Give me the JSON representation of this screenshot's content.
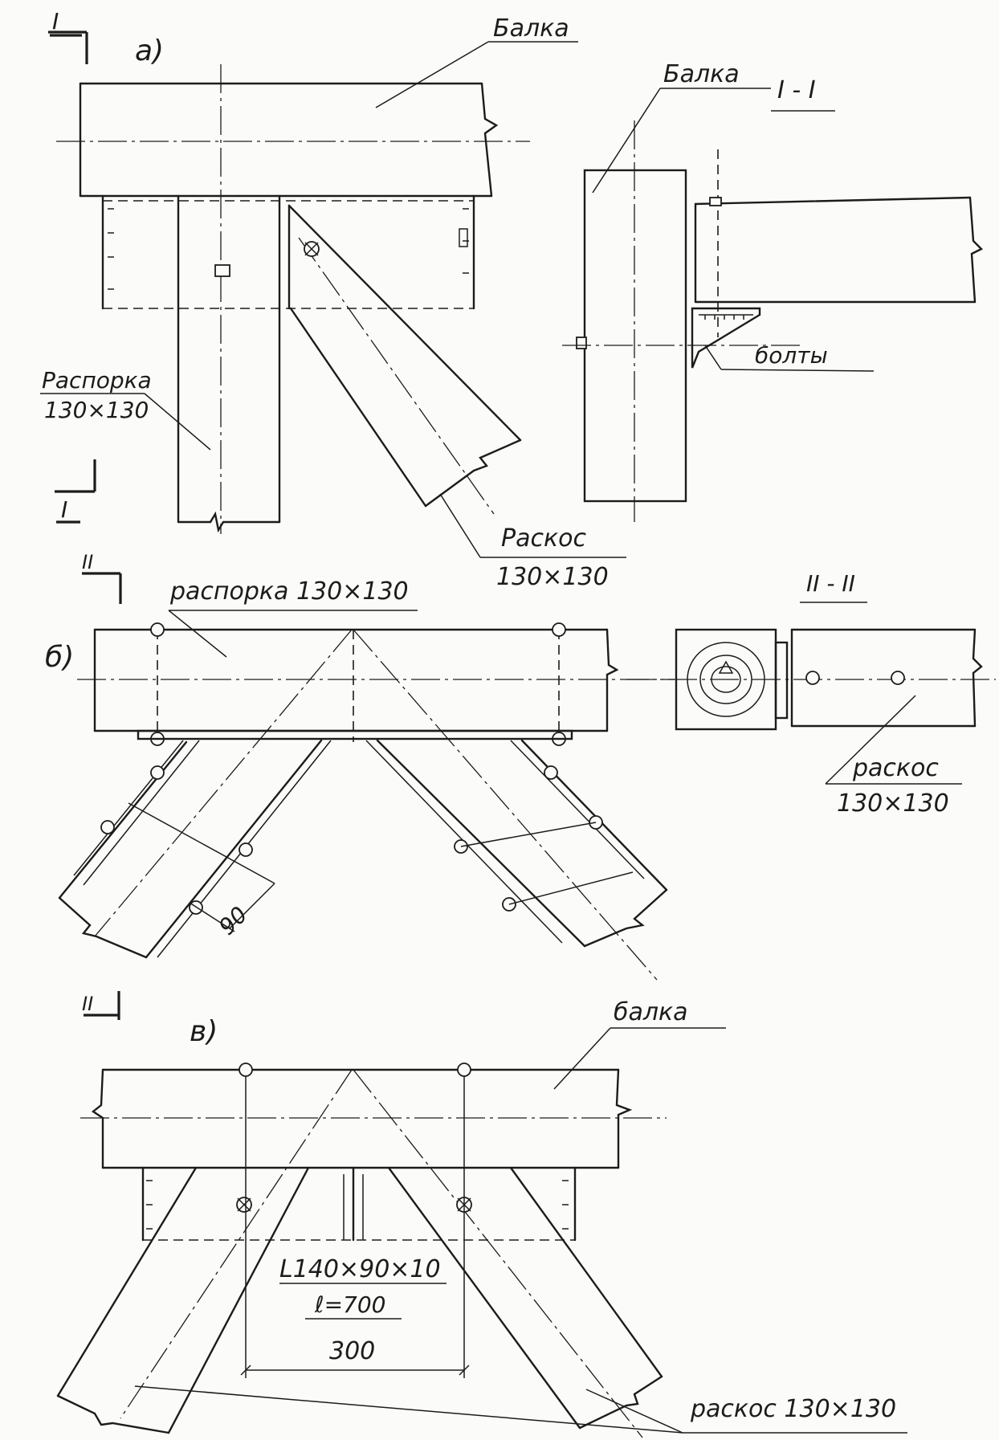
{
  "views": {
    "a": {
      "view_letter": "a)",
      "section_mark": "I",
      "beam_label": "Балка",
      "strut_label": "Распорка",
      "strut_size": "130×130",
      "brace_label": "Раскос",
      "brace_size": "130×130"
    },
    "section_1": {
      "title": "I - I",
      "beam_label": "Балка",
      "bolts_label": "болты"
    },
    "b": {
      "view_letter": "б)",
      "section_mark": "II",
      "strut_label": "распорка 130×130",
      "dimension": "90"
    },
    "section_2": {
      "title": "II - II",
      "brace_label": "раскос",
      "brace_size": "130×130"
    },
    "c": {
      "view_letter": "в)",
      "beam_label": "балка",
      "angle_profile": "L140×90×10",
      "angle_length": "ℓ=700",
      "dimension": "300",
      "brace_label": "раскос 130×130"
    }
  }
}
